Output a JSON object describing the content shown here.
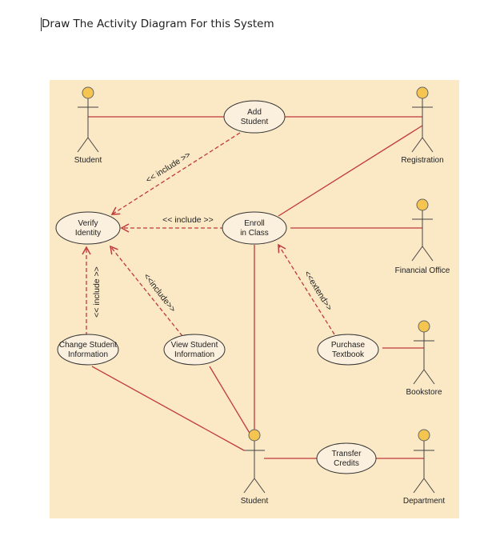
{
  "document": {
    "heading": "Draw The Activity Diagram For this System"
  },
  "diagram": {
    "colors": {
      "background": "#fbe9c6",
      "line": "#c0393b",
      "dashed": "#c0393b",
      "oval_fill": "#fbefdd",
      "actor_head": "#f6c54f"
    },
    "actors": {
      "student_top": "Student",
      "registration": "Registration",
      "financial_office": "Financial Office",
      "bookstore": "Bookstore",
      "student_bottom": "Student",
      "department": "Department"
    },
    "use_cases": {
      "add_student": [
        "Add",
        "Student"
      ],
      "enroll_in_class": [
        "Enroll",
        "in Class"
      ],
      "verify_identity": [
        "Verify",
        "Identity"
      ],
      "change_student_information": [
        "Change Student",
        "Information"
      ],
      "view_student_information": [
        "View Student",
        "Information"
      ],
      "purchase_textbook": [
        "Purchase",
        "Textbook"
      ],
      "transfer_credits": [
        "Transfer",
        "Credits"
      ]
    },
    "relations": {
      "include_add": "<< include >>",
      "include_enroll": "<< include >>",
      "include_view": "<<include>>",
      "include_change": "<< include >>",
      "extend_purchase": "<<extend>>"
    }
  }
}
